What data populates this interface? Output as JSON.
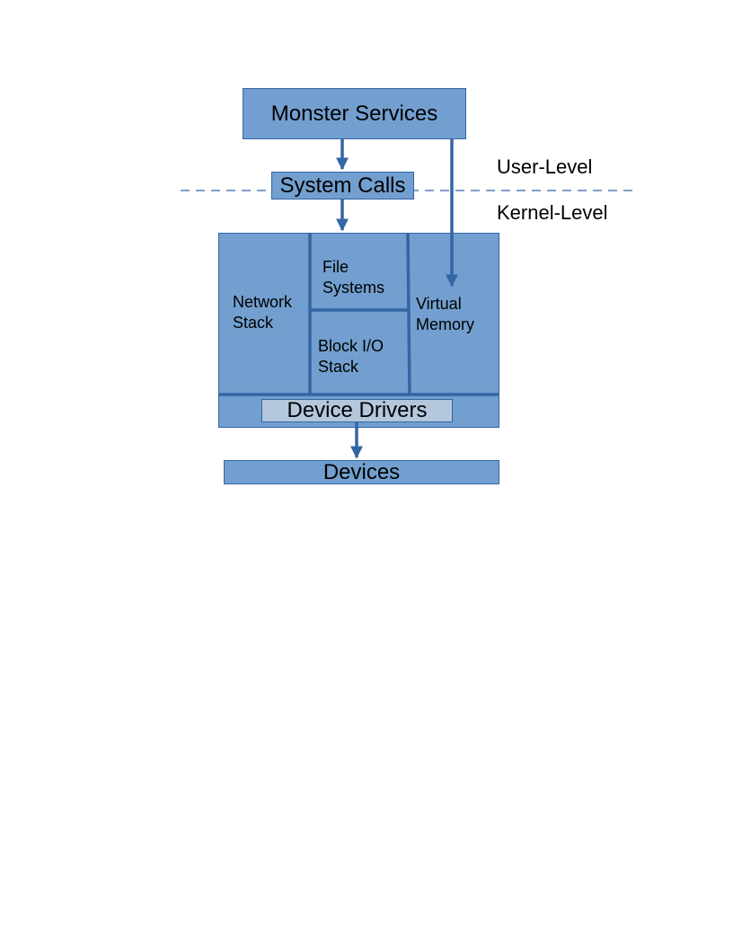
{
  "diagram": {
    "nodes": {
      "monster_services": "Monster Services",
      "system_calls": "System Calls",
      "network_stack": "Network\nStack",
      "file_systems": "File\nSystems",
      "block_io_stack": "Block I/O\nStack",
      "virtual_memory": "Virtual\nMemory",
      "device_drivers": "Device Drivers",
      "devices": "Devices"
    },
    "levels": {
      "user": "User-Level",
      "kernel": "Kernel-Level"
    },
    "colors": {
      "box_fill": "#729fcf",
      "box_stroke": "#3465a4",
      "driver_fill": "#b4c7dc",
      "line": "#3465a4"
    }
  }
}
